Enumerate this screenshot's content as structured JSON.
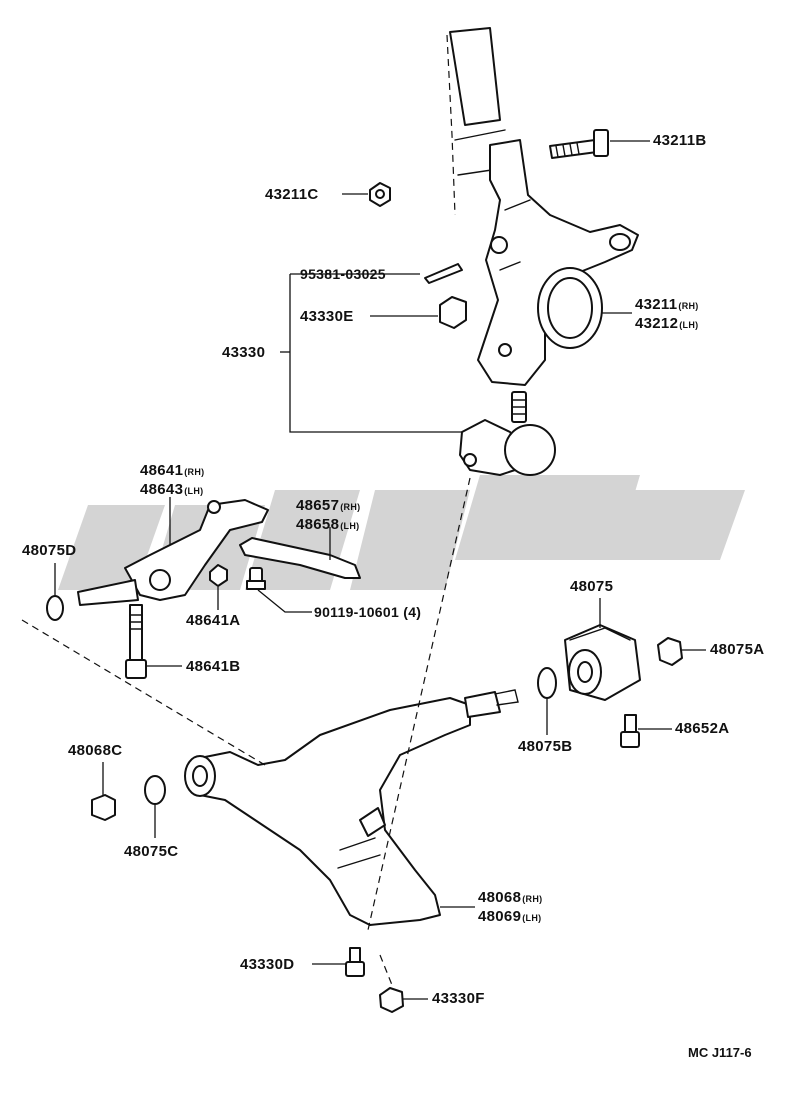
{
  "watermark": {
    "color": "#d4d4d4"
  },
  "labels": {
    "p43211B": "43211B",
    "p43211C": "43211C",
    "p95381": "95381-03025",
    "p43330E": "43330E",
    "p43330": "43330",
    "p43211": "43211",
    "p43211_sfx": "(RH)",
    "p43212": "43212",
    "p43212_sfx": "(LH)",
    "p48641": "48641",
    "p48641_sfx": "(RH)",
    "p48643": "48643",
    "p48643_sfx": "(LH)",
    "p48657": "48657",
    "p48657_sfx": "(RH)",
    "p48658": "48658",
    "p48658_sfx": "(LH)",
    "p48075D": "48075D",
    "p48641A": "48641A",
    "p90119": "90119-10601 (4)",
    "p48641B": "48641B",
    "p48075": "48075",
    "p48075A": "48075A",
    "p48075B": "48075B",
    "p48652A": "48652A",
    "p48068C": "48068C",
    "p48075C": "48075C",
    "p48068": "48068",
    "p48068_sfx": "(RH)",
    "p48069": "48069",
    "p48069_sfx": "(LH)",
    "p43330D": "43330D",
    "p43330F": "43330F"
  },
  "diagram_code": "MC J117-6"
}
